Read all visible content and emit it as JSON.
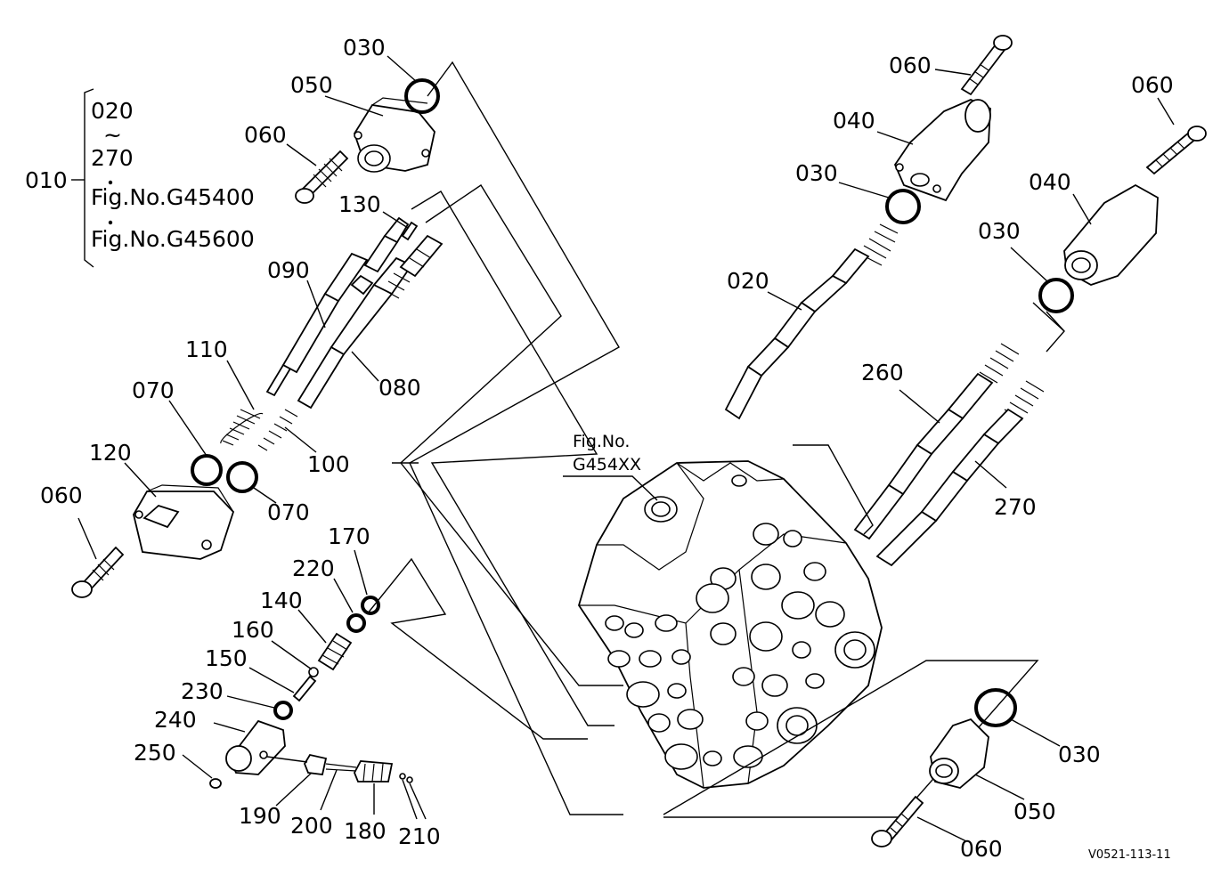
{
  "diagram": {
    "bracket_labels": {
      "range_start": "020",
      "tilde": "~",
      "range_end": "270",
      "ref_a": "Fig.No.G45400",
      "ref_b": "Fig.No.G45600"
    },
    "fig_ref": {
      "line1": "Fig.No.",
      "line2": "G454XX"
    },
    "drawing_code": "V0521-113-11",
    "part_labels": {
      "p010": "010",
      "p020": "020",
      "p030_a": "030",
      "p030_b": "030",
      "p030_c": "030",
      "p030_d": "030",
      "p040_a": "040",
      "p040_b": "040",
      "p050_a": "050",
      "p050_b": "050",
      "p060_a": "060",
      "p060_b": "060",
      "p060_c": "060",
      "p060_d": "060",
      "p060_e": "060",
      "p070_a": "070",
      "p070_b": "070",
      "p080": "080",
      "p090": "090",
      "p100": "100",
      "p110": "110",
      "p120": "120",
      "p130": "130",
      "p140": "140",
      "p150": "150",
      "p160": "160",
      "p170": "170",
      "p180": "180",
      "p190": "190",
      "p200": "200",
      "p210": "210",
      "p220": "220",
      "p230": "230",
      "p240": "240",
      "p250": "250",
      "p260": "260",
      "p270": "270"
    }
  }
}
